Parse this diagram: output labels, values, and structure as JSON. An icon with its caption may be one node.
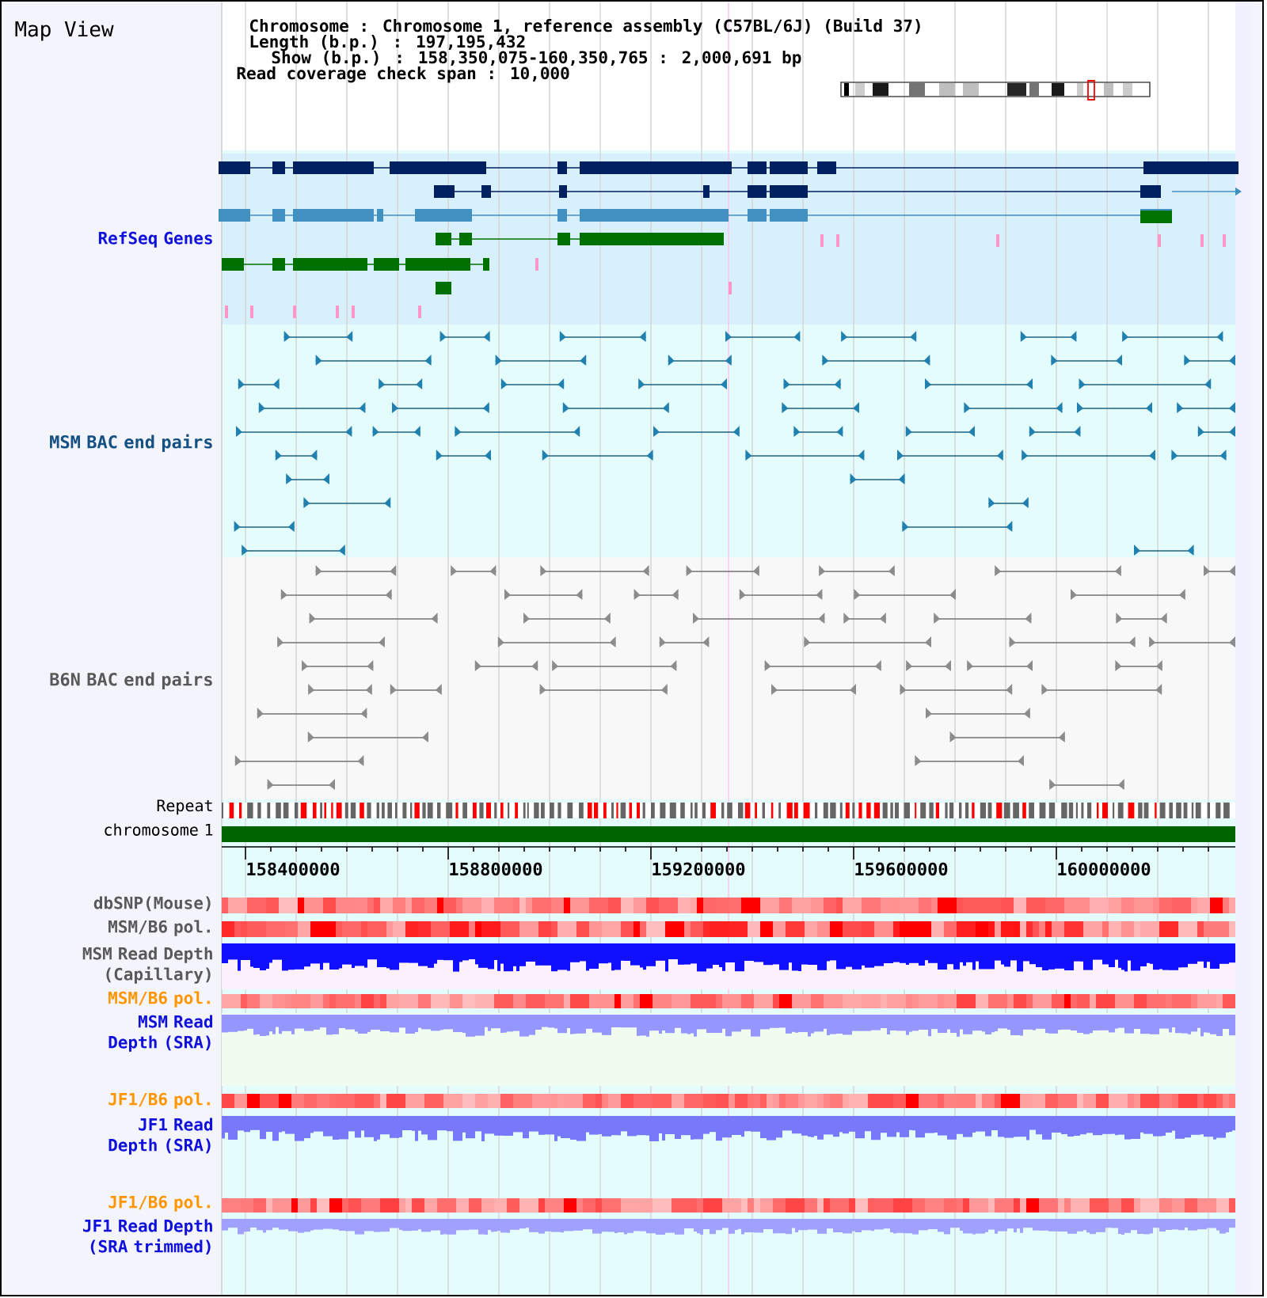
{
  "diagram": {
    "title": "Map View",
    "labels": [
      "Chromosome : Chromosome 1, reference assembly (C57BL/6J) (Build 37)",
      "Length (b.p.) : 197,195,432",
      "Show (b.p.) : 158,350,075-160,350,765 : 2,000,691 bp",
      "Read coverage check span : 10,000",
      "RefSeq Genes",
      "MSM BAC end pairs",
      "B6N BAC end pairs",
      "Repeat",
      "chromosome 1",
      "158400000",
      "158800000",
      "159200000",
      "159600000",
      "160000000",
      "dbSNP(Mouse)",
      "MSM/B6 pol.",
      "MSM Read Depth (Capillary)",
      "MSM/B6 pol.",
      "MSM Read Depth (SRA)",
      "JF1/B6 pol.",
      "JF1 Read Depth (SRA)",
      "JF1/B6 pol.",
      "JF1 Read Depth (SRA trimmed)"
    ]
  }
}
